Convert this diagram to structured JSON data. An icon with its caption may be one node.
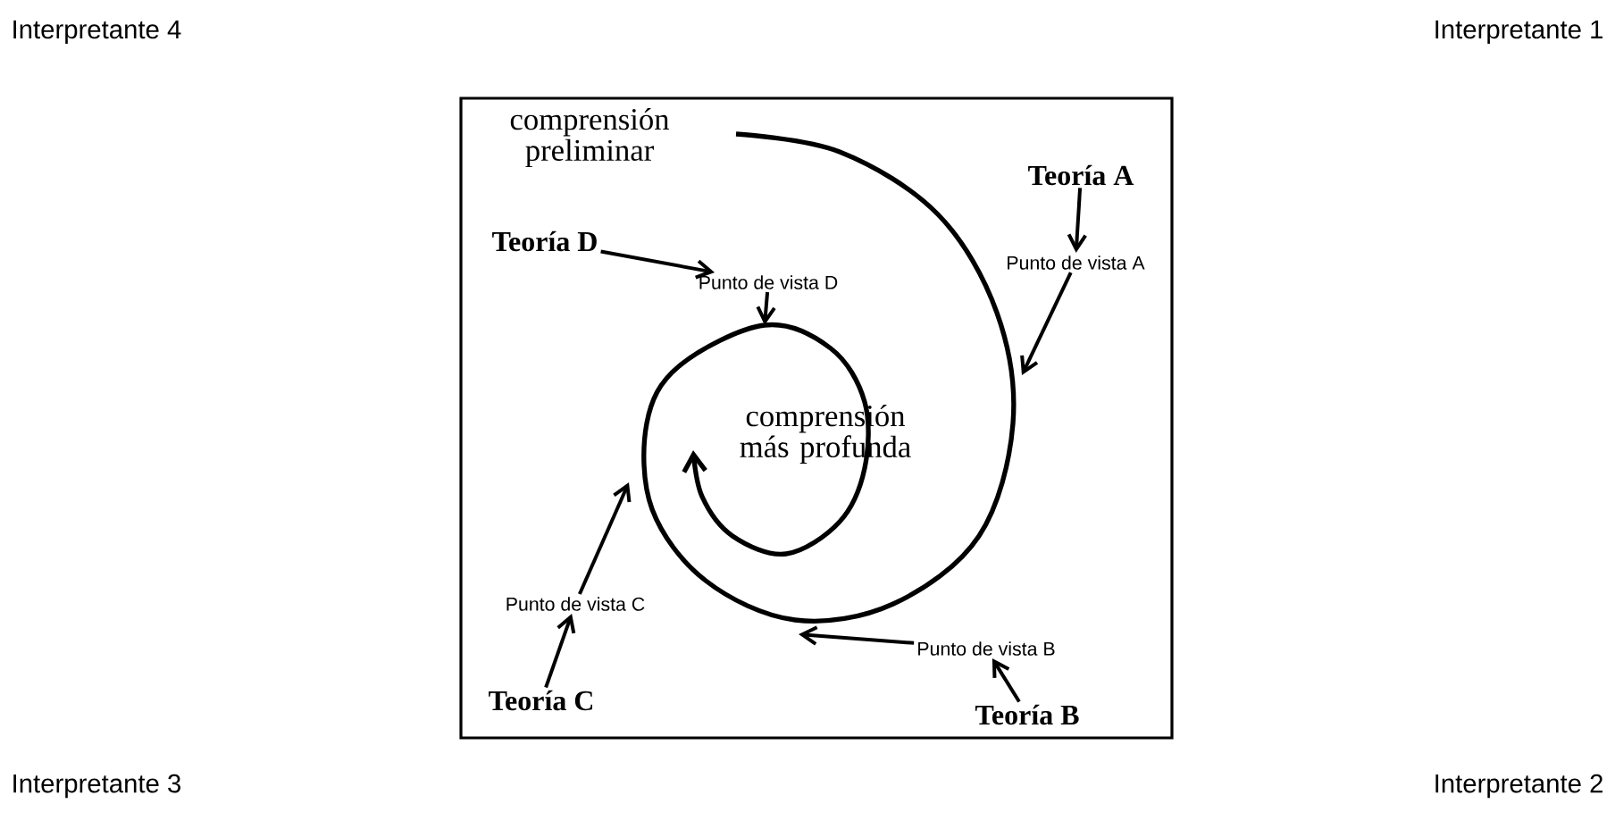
{
  "diagram": {
    "nodes": [
      {
        "text": [
          "comprensión preliminar"
        ]
      },
      {
        "text": [
          "Teoría A"
        ]
      },
      {
        "text": [
          "Punto de vista A"
        ]
      },
      {
        "text": [
          "Teoría D"
        ]
      },
      {
        "text": [
          "Punto de vista D"
        ]
      },
      {
        "text": [
          "comprensión más profunda"
        ]
      },
      {
        "text": [
          "Punto de vista C"
        ]
      },
      {
        "text": [
          "Punto de vista B"
        ]
      },
      {
        "text": [
          "Teoría C"
        ]
      },
      {
        "text": [
          "Teoría B"
        ]
      }
    ],
    "edges": [
      {
        "from": 1,
        "to": 2,
        "arrow": "to"
      },
      {
        "from": 2,
        "to": null,
        "arrow": "to"
      },
      {
        "from": 3,
        "to": 4,
        "arrow": "to"
      },
      {
        "from": 4,
        "to": null,
        "arrow": "to"
      },
      {
        "from": 9,
        "to": 7,
        "arrow": "to"
      },
      {
        "from": 7,
        "to": null,
        "arrow": "to"
      },
      {
        "from": 8,
        "to": 6,
        "arrow": "to"
      },
      {
        "from": 6,
        "to": null,
        "arrow": "to"
      }
    ],
    "labels": [
      "Interpretante 4",
      "Interpretante 1",
      "Interpretante 3",
      "Interpretante 2"
    ]
  }
}
